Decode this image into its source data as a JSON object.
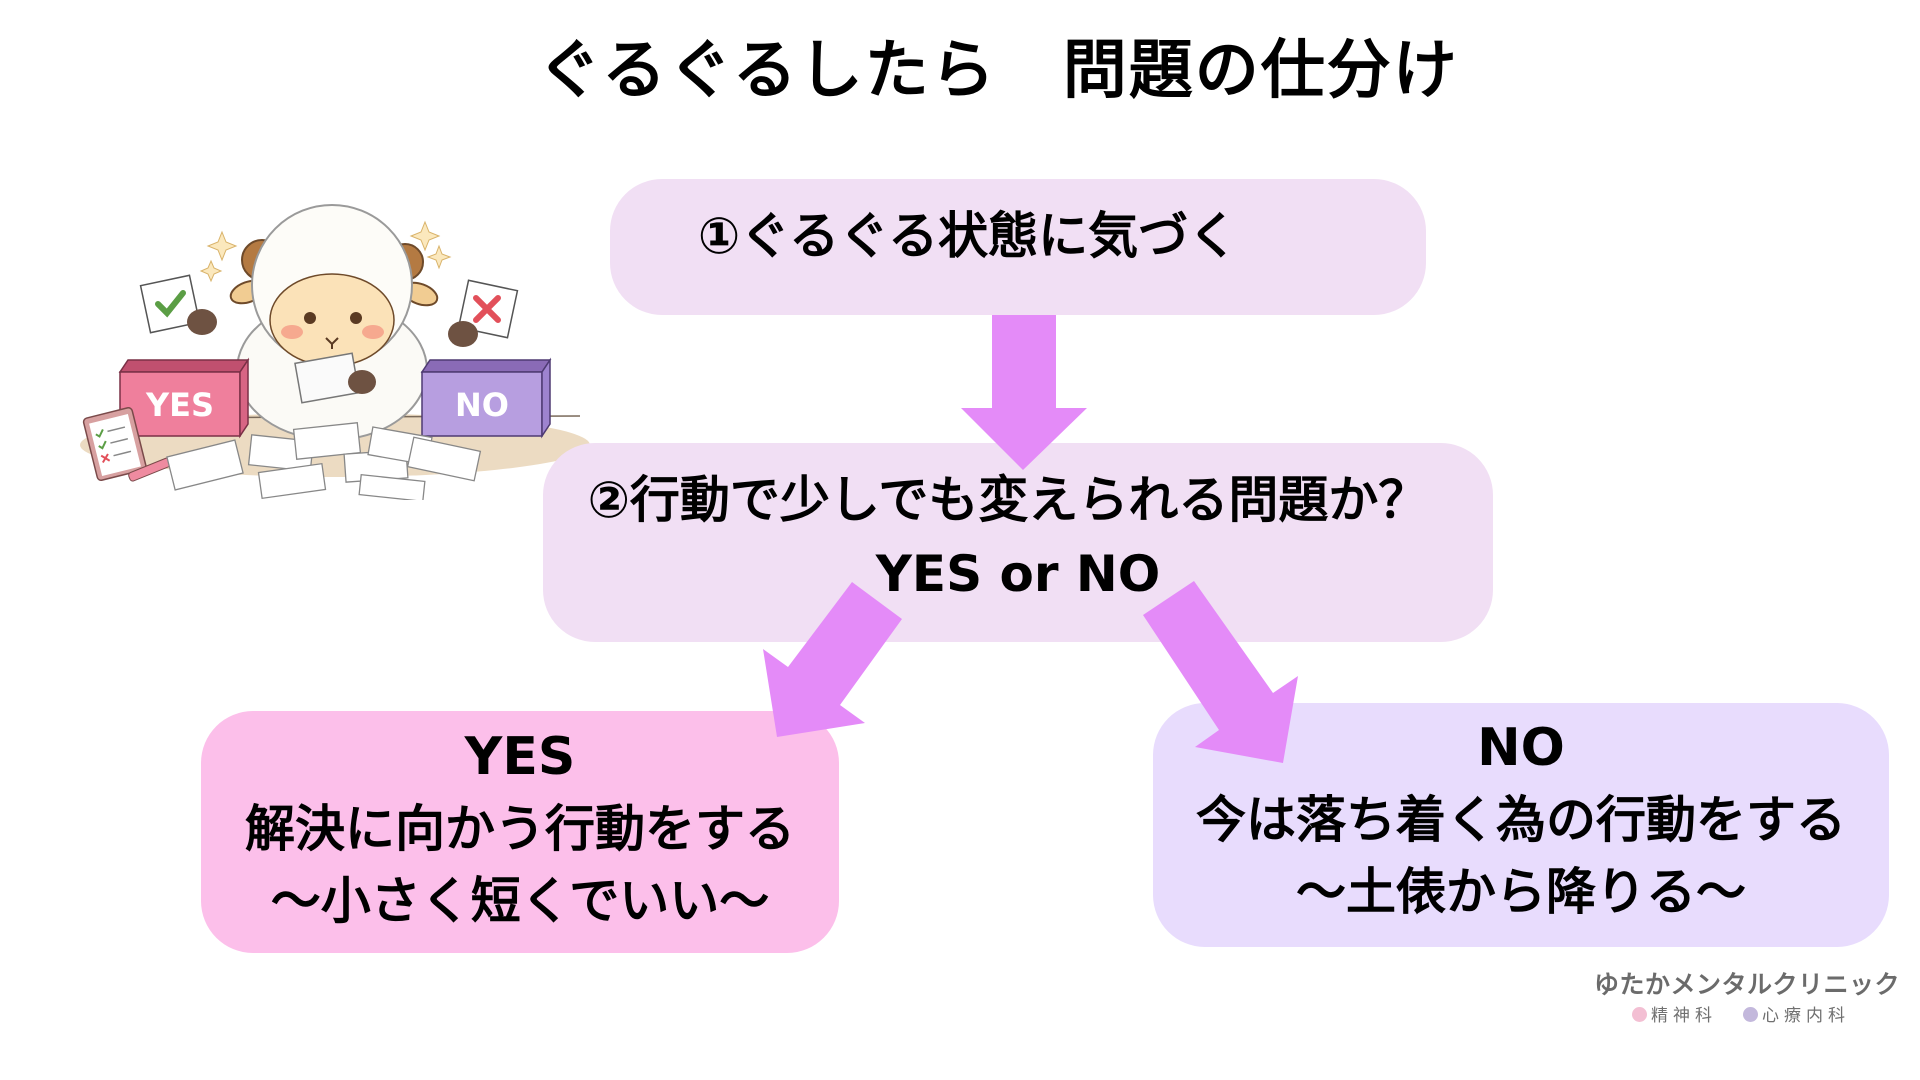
{
  "title": "ぐるぐるしたら　問題の仕分け",
  "flow": {
    "step1": {
      "text": "①ぐるぐる状態に気づく"
    },
    "step2": {
      "question": "②行動で少しでも変えられる問題か？",
      "choice": "YES or NO"
    },
    "yes": {
      "label": "YES",
      "action": "解決に向かう行動をする",
      "note": "～小さく短くでいい～"
    },
    "no": {
      "label": "NO",
      "action": "今は落ち着く為の行動をする",
      "note": "～土俵から降りる～"
    }
  },
  "illustration": {
    "subject": "sheep sorting papers into boxes",
    "yes_box_label": "YES",
    "no_box_label": "NO"
  },
  "logo": {
    "name": "ゆたかメンタルクリニック",
    "departments": [
      {
        "label": "精神科",
        "color": "#f3bfd3"
      },
      {
        "label": "心療内科",
        "color": "#c3b8dc"
      }
    ]
  },
  "colors": {
    "step_box": "#f1dff4",
    "yes_box": "#fcbfea",
    "no_box": "#e8dcfd",
    "arrow": "#e48bf8"
  }
}
